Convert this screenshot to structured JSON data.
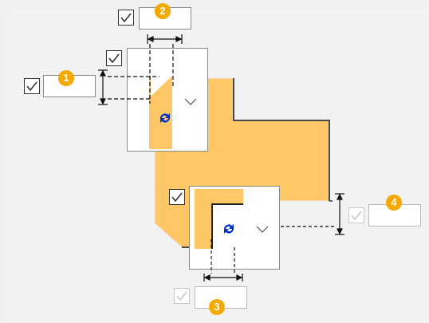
{
  "colors": {
    "accent": "#f4a900",
    "shape_fill": "#ffc766",
    "window_bg": "#f0f0f0",
    "field_border": "#8a8a8a",
    "disabled_border": "#c8c8c8",
    "link_icon": "#0033cc"
  },
  "controls": [
    {
      "id": "1",
      "badge": "1",
      "checked": true,
      "enabled": true,
      "value": ""
    },
    {
      "id": "2",
      "badge": "2",
      "checked": true,
      "enabled": true,
      "value": ""
    },
    {
      "id": "3",
      "badge": "3",
      "checked": true,
      "enabled": false,
      "value": ""
    },
    {
      "id": "4",
      "badge": "4",
      "checked": true,
      "enabled": false,
      "value": ""
    }
  ],
  "preview_top": {
    "checked": true,
    "link_icon": "link-arrows-icon",
    "dropdown_icon": "chevron-down-icon"
  },
  "preview_bottom": {
    "checked": true,
    "link_icon": "link-arrows-icon",
    "dropdown_icon": "chevron-down-icon"
  }
}
